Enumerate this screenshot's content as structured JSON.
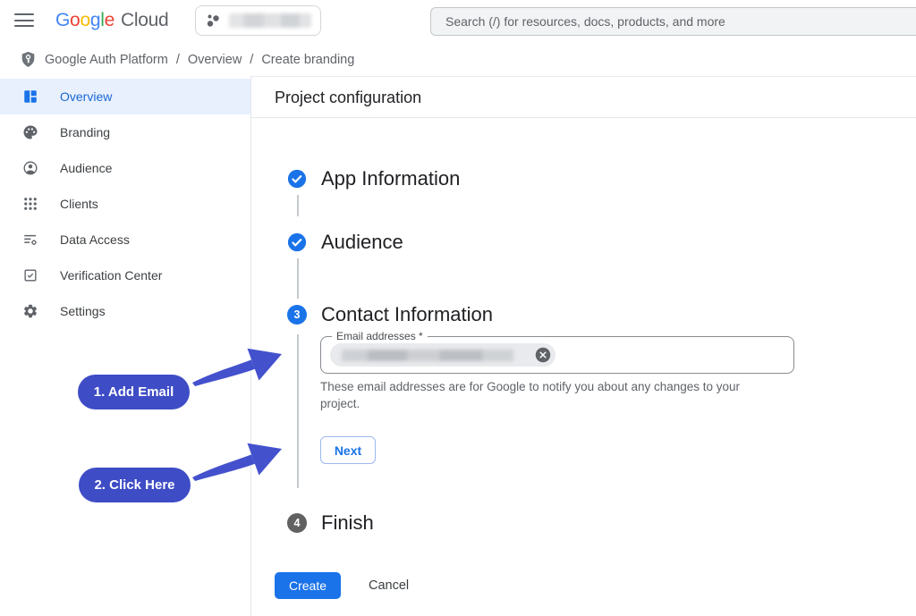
{
  "top_bar": {
    "logo": {
      "letters": [
        "G",
        "o",
        "o",
        "g",
        "l",
        "e"
      ],
      "suffix": "Cloud"
    },
    "search_placeholder": "Search (/) for resources, docs, products, and more"
  },
  "breadcrumb": {
    "separator": "/",
    "items": [
      "Google Auth Platform",
      "Overview",
      "Create branding"
    ]
  },
  "sidebar": {
    "items": [
      {
        "label": "Overview",
        "icon": "dashboard-icon",
        "active": true
      },
      {
        "label": "Branding",
        "icon": "palette-icon",
        "active": false
      },
      {
        "label": "Audience",
        "icon": "person-icon",
        "active": false
      },
      {
        "label": "Clients",
        "icon": "apps-grid-icon",
        "active": false
      },
      {
        "label": "Data Access",
        "icon": "data-rules-icon",
        "active": false
      },
      {
        "label": "Verification Center",
        "icon": "verified-checkbox-icon",
        "active": false
      },
      {
        "label": "Settings",
        "icon": "gear-icon",
        "active": false
      }
    ]
  },
  "main": {
    "title": "Project configuration",
    "steps": [
      {
        "label": "App Information",
        "state": "completed"
      },
      {
        "label": "Audience",
        "state": "completed"
      },
      {
        "label": "Contact Information",
        "state": "active",
        "number": "3"
      },
      {
        "label": "Finish",
        "state": "pending",
        "number": "4"
      }
    ],
    "contact_form": {
      "email_label": "Email addresses *",
      "helper_text": "These email addresses are for Google to notify you about any changes to your project.",
      "next_label": "Next"
    },
    "create_label": "Create",
    "cancel_label": "Cancel"
  },
  "annotations": [
    {
      "label": "1. Add Email"
    },
    {
      "label": "2. Click Here"
    }
  ],
  "colors": {
    "accent_blue": "#1a73e8",
    "active_item_bg": "#e8f0fe",
    "active_item_text": "#1967d2",
    "annotation_indigo": "#3e4cc6",
    "pending_step_gray": "#616161",
    "search_bg": "#f1f3f4"
  }
}
